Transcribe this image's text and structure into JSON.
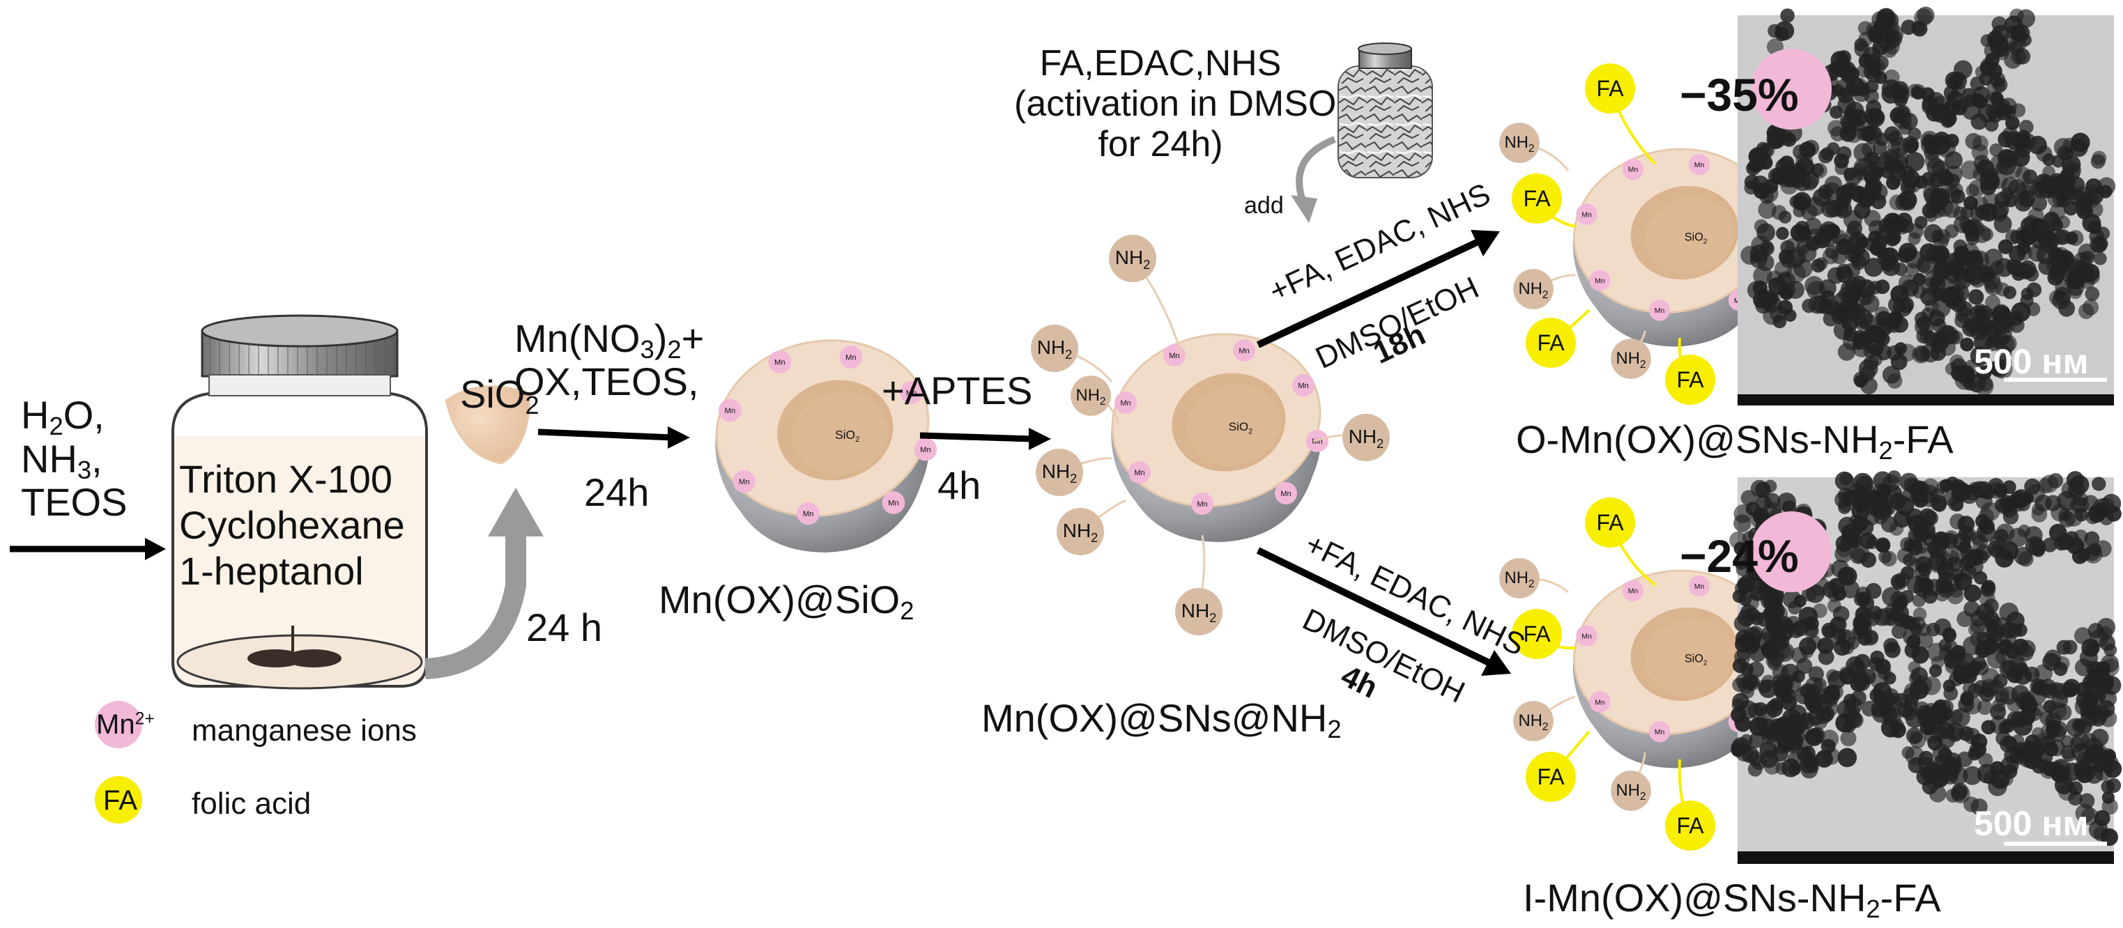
{
  "inputs": {
    "reagents_line1": "H",
    "reagents_line1_sub": "2",
    "reagents_line1_tail": "O,",
    "reagents_line2": "NH",
    "reagents_line2_sub": "3",
    "reagents_line2_tail": ",",
    "reagents_line3": "TEOS"
  },
  "jar": {
    "line1": "Triton X-100",
    "line2": "Cyclohexane",
    "line3": "1-heptanol"
  },
  "sio2_label": {
    "main": "SiO",
    "sub": "2"
  },
  "recycle_time": "24 h",
  "step1": {
    "reagent_a": "Mn(NO",
    "reagent_a_sub": "3",
    "reagent_a_tail": ")",
    "reagent_a_sub2": "2",
    "reagent_a_plus": "+",
    "reagent_b": "OX,TEOS,",
    "time": "24h"
  },
  "product1": {
    "main": "Mn(OX)@SiO",
    "sub": "2"
  },
  "step2": {
    "reagent": "+APTES",
    "time": "4h"
  },
  "product2": {
    "main": "Mn(OX)@SNs@NH",
    "sub": "2"
  },
  "activation": {
    "line1": "FA,EDAC,NHS",
    "line2": "(activation in DMSO",
    "line3": "for 24h)",
    "add": "add"
  },
  "upper_route": {
    "line1": "+FA, EDAC, NHS",
    "line2": "DMSO/EtOH",
    "time": "18h"
  },
  "lower_route": {
    "line1": "+FA, EDAC, NHS",
    "line2": "DMSO/EtOH",
    "time": "4h"
  },
  "product_upper": {
    "pre": "O-Mn(OX)@SNs-NH",
    "sub": "2",
    "post": "-FA"
  },
  "product_lower": {
    "pre": "I-Mn(OX)@SNs-NH",
    "sub": "2",
    "post": "-FA"
  },
  "percent_upper": "−35%",
  "percent_lower": "−24%",
  "scalebar": "500 нм",
  "sphere_labels": {
    "mn": "Mn",
    "core": "SiO",
    "core_sub": "2",
    "nh2": "NH",
    "nh2_sub": "2",
    "fa": "FA"
  },
  "legend": [
    {
      "badge": "Mn",
      "badge_sup": "2+",
      "text": "manganese ions",
      "color": "#f2b8d8"
    },
    {
      "badge": "FA",
      "badge_sup": "",
      "text": "folic acid",
      "color": "#f7ee00"
    }
  ],
  "colors": {
    "arrow": "#000000",
    "shell_gray": "#8e9095",
    "cut_face": "#f1dcc9",
    "core": "#d9b48e",
    "mn_pink": "#f2b8d8",
    "nh2_tan": "#d7bba3",
    "fa_yellow": "#f7ee00",
    "recycle_arrow": "#9a9a9a"
  }
}
